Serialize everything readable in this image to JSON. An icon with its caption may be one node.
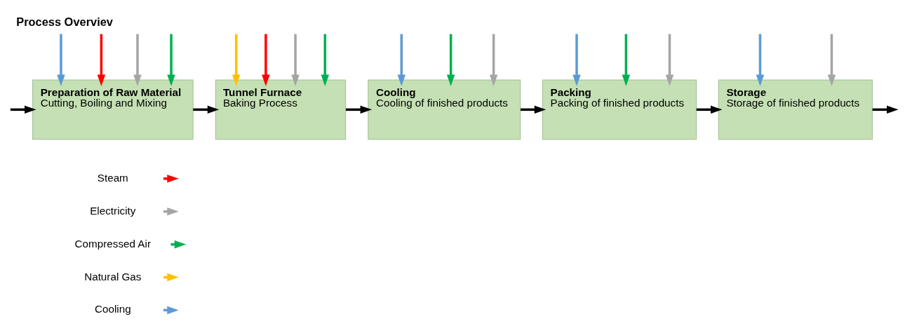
{
  "diagram": {
    "title": "Process Overviev",
    "nodes": [
      {
        "text": [
          "Preparation of Raw Material",
          "Cutting, Boiling and Mixing"
        ]
      },
      {
        "text": [
          "Tunnel Furnace",
          "Baking Process"
        ]
      },
      {
        "text": [
          "Cooling",
          "Cooling of finished products"
        ]
      },
      {
        "text": [
          "Packing",
          "Packing of finished products"
        ]
      },
      {
        "text": [
          "Storage",
          "Storage of finished products"
        ]
      }
    ],
    "edges": [
      {
        "from": null,
        "to": 0,
        "arrow": "to",
        "color": "#5b9bd5"
      },
      {
        "from": null,
        "to": 0,
        "arrow": "to",
        "color": "#ff0000"
      },
      {
        "from": null,
        "to": 0,
        "arrow": "to",
        "color": "#a5a5a5"
      },
      {
        "from": null,
        "to": 0,
        "arrow": "to",
        "color": "#00b050"
      },
      {
        "from": null,
        "to": 0,
        "arrow": "to",
        "color": "#000000"
      },
      {
        "from": 0,
        "to": 1,
        "arrow": "to",
        "color": "#000000"
      },
      {
        "from": null,
        "to": 1,
        "arrow": "to",
        "color": "#ffc000"
      },
      {
        "from": null,
        "to": 1,
        "arrow": "to",
        "color": "#ff0000"
      },
      {
        "from": null,
        "to": 1,
        "arrow": "to",
        "color": "#a5a5a5"
      },
      {
        "from": null,
        "to": 1,
        "arrow": "to",
        "color": "#00b050"
      },
      {
        "from": 1,
        "to": 2,
        "arrow": "to",
        "color": "#000000"
      },
      {
        "from": null,
        "to": 2,
        "arrow": "to",
        "color": "#5b9bd5"
      },
      {
        "from": null,
        "to": 2,
        "arrow": "to",
        "color": "#00b050"
      },
      {
        "from": null,
        "to": 2,
        "arrow": "to",
        "color": "#a5a5a5"
      },
      {
        "from": 2,
        "to": 3,
        "arrow": "to",
        "color": "#000000"
      },
      {
        "from": null,
        "to": 3,
        "arrow": "to",
        "color": "#5b9bd5"
      },
      {
        "from": null,
        "to": 3,
        "arrow": "to",
        "color": "#00b050"
      },
      {
        "from": null,
        "to": 3,
        "arrow": "to",
        "color": "#a5a5a5"
      },
      {
        "from": 3,
        "to": 4,
        "arrow": "to",
        "color": "#000000"
      },
      {
        "from": null,
        "to": 4,
        "arrow": "to",
        "color": "#5b9bd5"
      },
      {
        "from": null,
        "to": 4,
        "arrow": "to",
        "color": "#a5a5a5"
      },
      {
        "from": 4,
        "to": null,
        "arrow": "to",
        "color": "#000000"
      }
    ],
    "legend": [
      {
        "text": "Steam"
      },
      {
        "text": "Electricity"
      },
      {
        "text": "Compressed Air"
      },
      {
        "text": "Natural Gas"
      },
      {
        "text": "Cooling"
      }
    ]
  }
}
